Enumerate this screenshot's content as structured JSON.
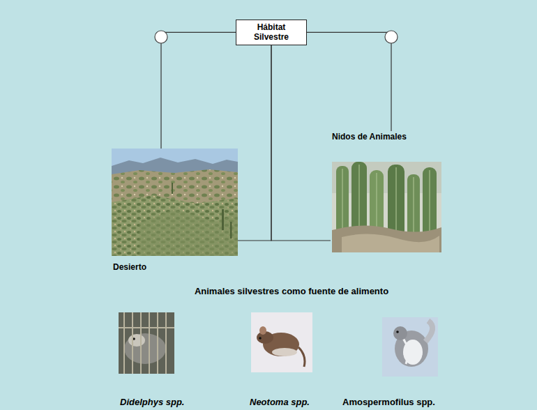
{
  "diagram": {
    "nodes": [
      {
        "text": [
          "Hábitat Silvestre"
        ]
      },
      {
        "text": [
          "Desierto"
        ]
      },
      {
        "text": [
          "Nidos de Animales"
        ]
      }
    ],
    "edges": [
      {
        "from": 0,
        "to": 1,
        "arrow": "none"
      },
      {
        "from": 0,
        "to": 2,
        "arrow": "none"
      },
      {
        "from": 0,
        "to": 1,
        "arrow": "none"
      },
      {
        "from": 0,
        "to": 2,
        "arrow": "none"
      }
    ],
    "labels": [
      "Animales silvestres como fuente de alimento",
      "Didelphys spp.",
      "Neotoma spp.",
      "Amospermofilus spp."
    ]
  }
}
